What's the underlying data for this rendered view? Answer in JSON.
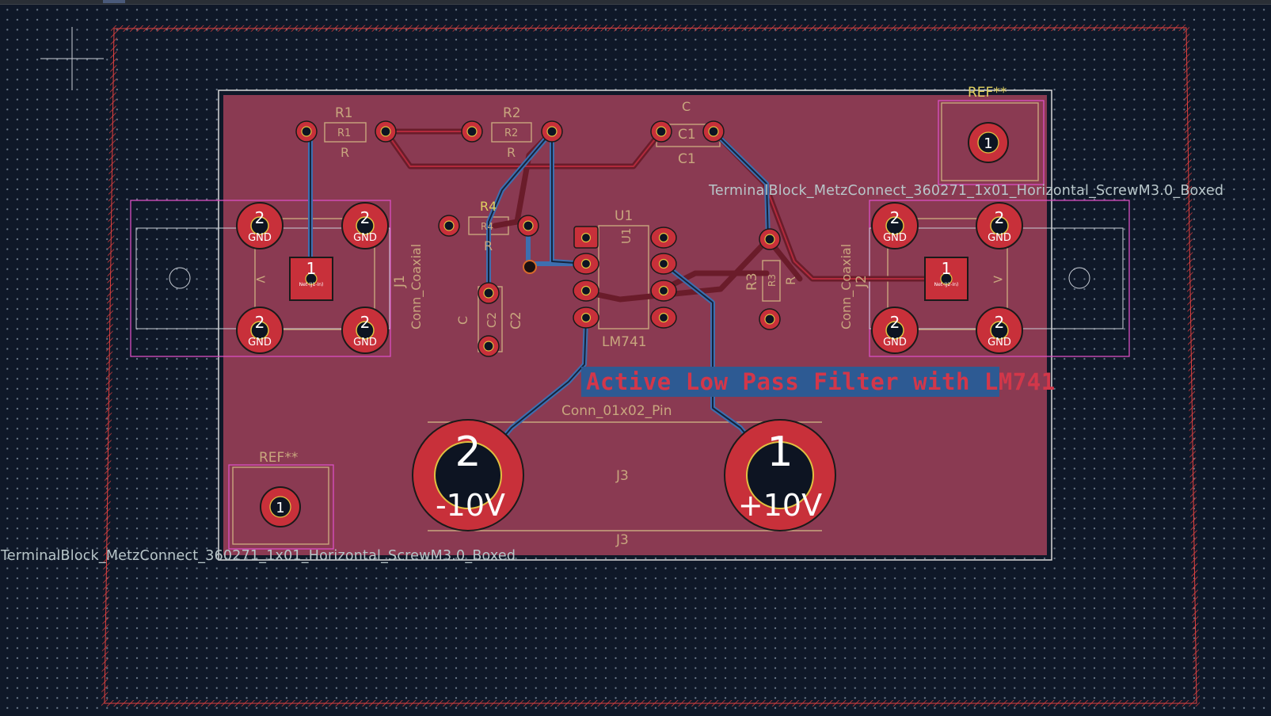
{
  "board": {
    "title_text": "Active Low Pass Filter with LM741",
    "footprint_label_top": "TerminalBlock_MetzConnect_360271_1x01_Horizontal_ScrewM3.0_Boxed",
    "footprint_label_bottom": "TerminalBlock_MetzConnect_360271_1x01_Horizontal_ScrewM3.0_Boxed"
  },
  "components": {
    "R1": {
      "ref": "R1",
      "value": "R",
      "fab": "R1"
    },
    "R2": {
      "ref": "R2",
      "value": "R",
      "fab": "R2"
    },
    "R3": {
      "ref": "R3",
      "value": "R",
      "fab": "R3"
    },
    "R4": {
      "ref": "R4",
      "value": "R",
      "fab": "R4"
    },
    "C1": {
      "ref": "C1",
      "value": "C",
      "fab": "C1"
    },
    "C2": {
      "ref": "C2",
      "value": "C",
      "fab": "C2"
    },
    "U1": {
      "ref": "U1",
      "value": "LM741",
      "fab": "U1"
    },
    "J1": {
      "ref": "J1",
      "value": "Conn_Coaxial",
      "center_pin": "1",
      "center_net": "Net-(J1-In)",
      "shield_pin": "2",
      "shield_net": "GND",
      "arrow": "<"
    },
    "J2": {
      "ref": "J2",
      "value": "Conn_Coaxial",
      "center_pin": "1",
      "center_net": "Net-(J2-In)",
      "shield_pin": "2",
      "shield_net": "GND",
      "arrow": ">"
    },
    "J3": {
      "ref": "J3",
      "value": "Conn_01x02_Pin",
      "fab": "J3",
      "pin2": "2",
      "pin2_net": "-10V",
      "pin1": "1",
      "pin1_net": "+10V"
    },
    "MH1": {
      "ref": "REF**",
      "pin": "1"
    },
    "MH2": {
      "ref": "REF**",
      "pin": "1"
    }
  },
  "colors": {
    "background": "#0f1828",
    "copper_fill": "#8a3a52",
    "front_copper": "#c8303a",
    "back_copper": "#3d6fb0",
    "silkscreen": "#c8a67e",
    "courtyard": "#d94fc3",
    "edge_cuts": "#d8d8d8",
    "board_outline": "#e0403f",
    "highlight_banner": "#2d5a93"
  }
}
